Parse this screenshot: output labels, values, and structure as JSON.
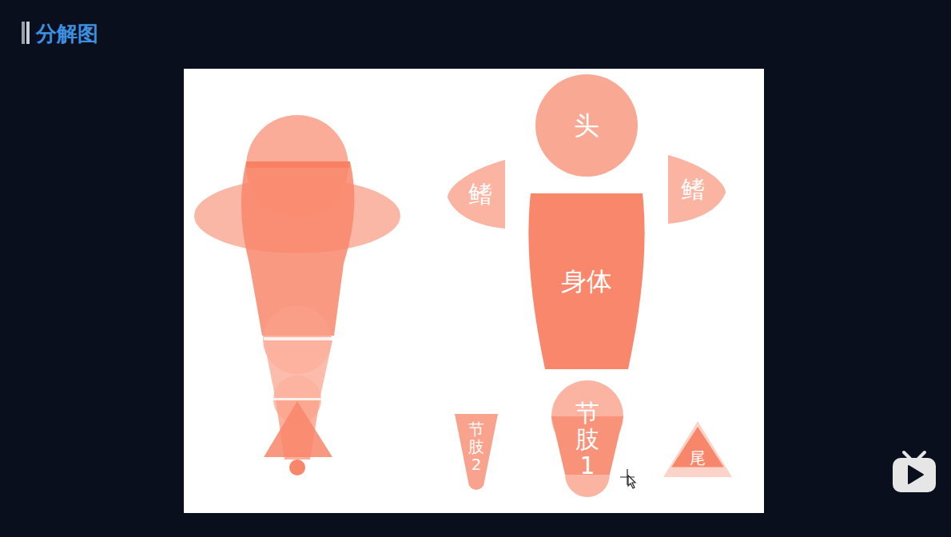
{
  "diagram": {
    "title": "分解图",
    "nodes": [
      {
        "text": [
          "头"
        ]
      },
      {
        "text": [
          "鳍"
        ]
      },
      {
        "text": [
          "鳍"
        ]
      },
      {
        "text": [
          "身体"
        ]
      },
      {
        "text": [
          "节肢2"
        ]
      },
      {
        "text": [
          "节肢1"
        ]
      },
      {
        "text": [
          "尾"
        ]
      }
    ]
  }
}
